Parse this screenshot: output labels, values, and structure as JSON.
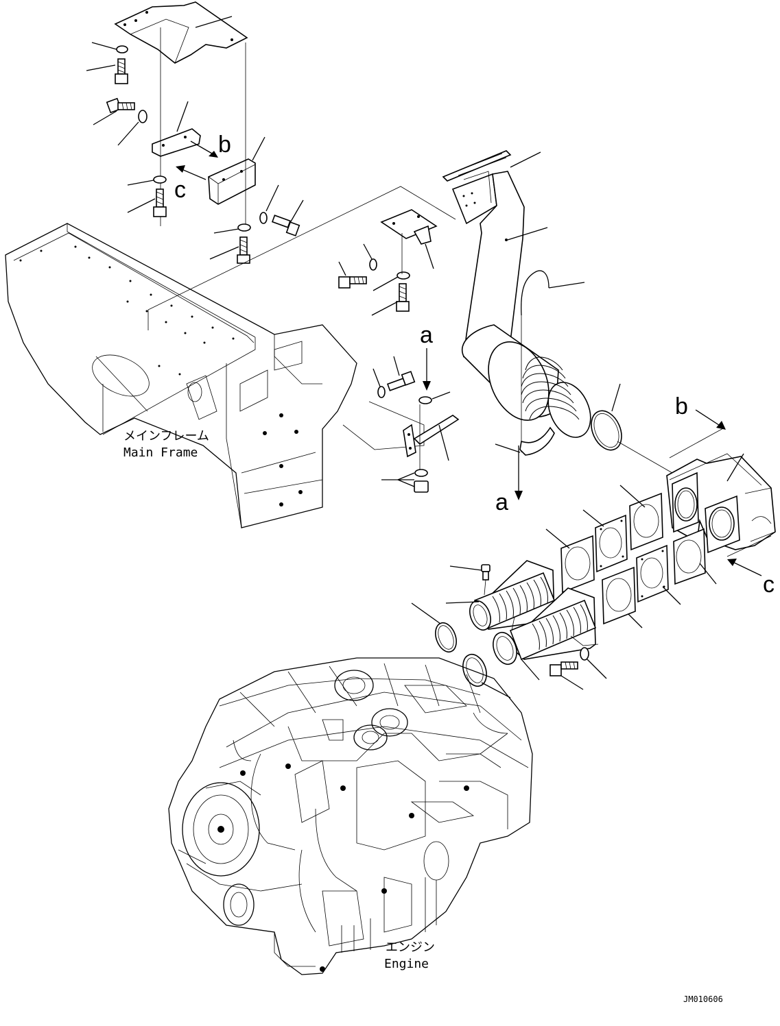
{
  "labels": {
    "main_frame_jp": "メインフレーム",
    "main_frame_en": "Main Frame",
    "engine_jp": "エンジン",
    "engine_en": "Engine",
    "ref_a_top": "a",
    "ref_a_bottom": "a",
    "ref_b_left": "b",
    "ref_b_right": "b",
    "ref_c_left": "c",
    "ref_c_right": "c",
    "figure_code": "JM010606"
  }
}
